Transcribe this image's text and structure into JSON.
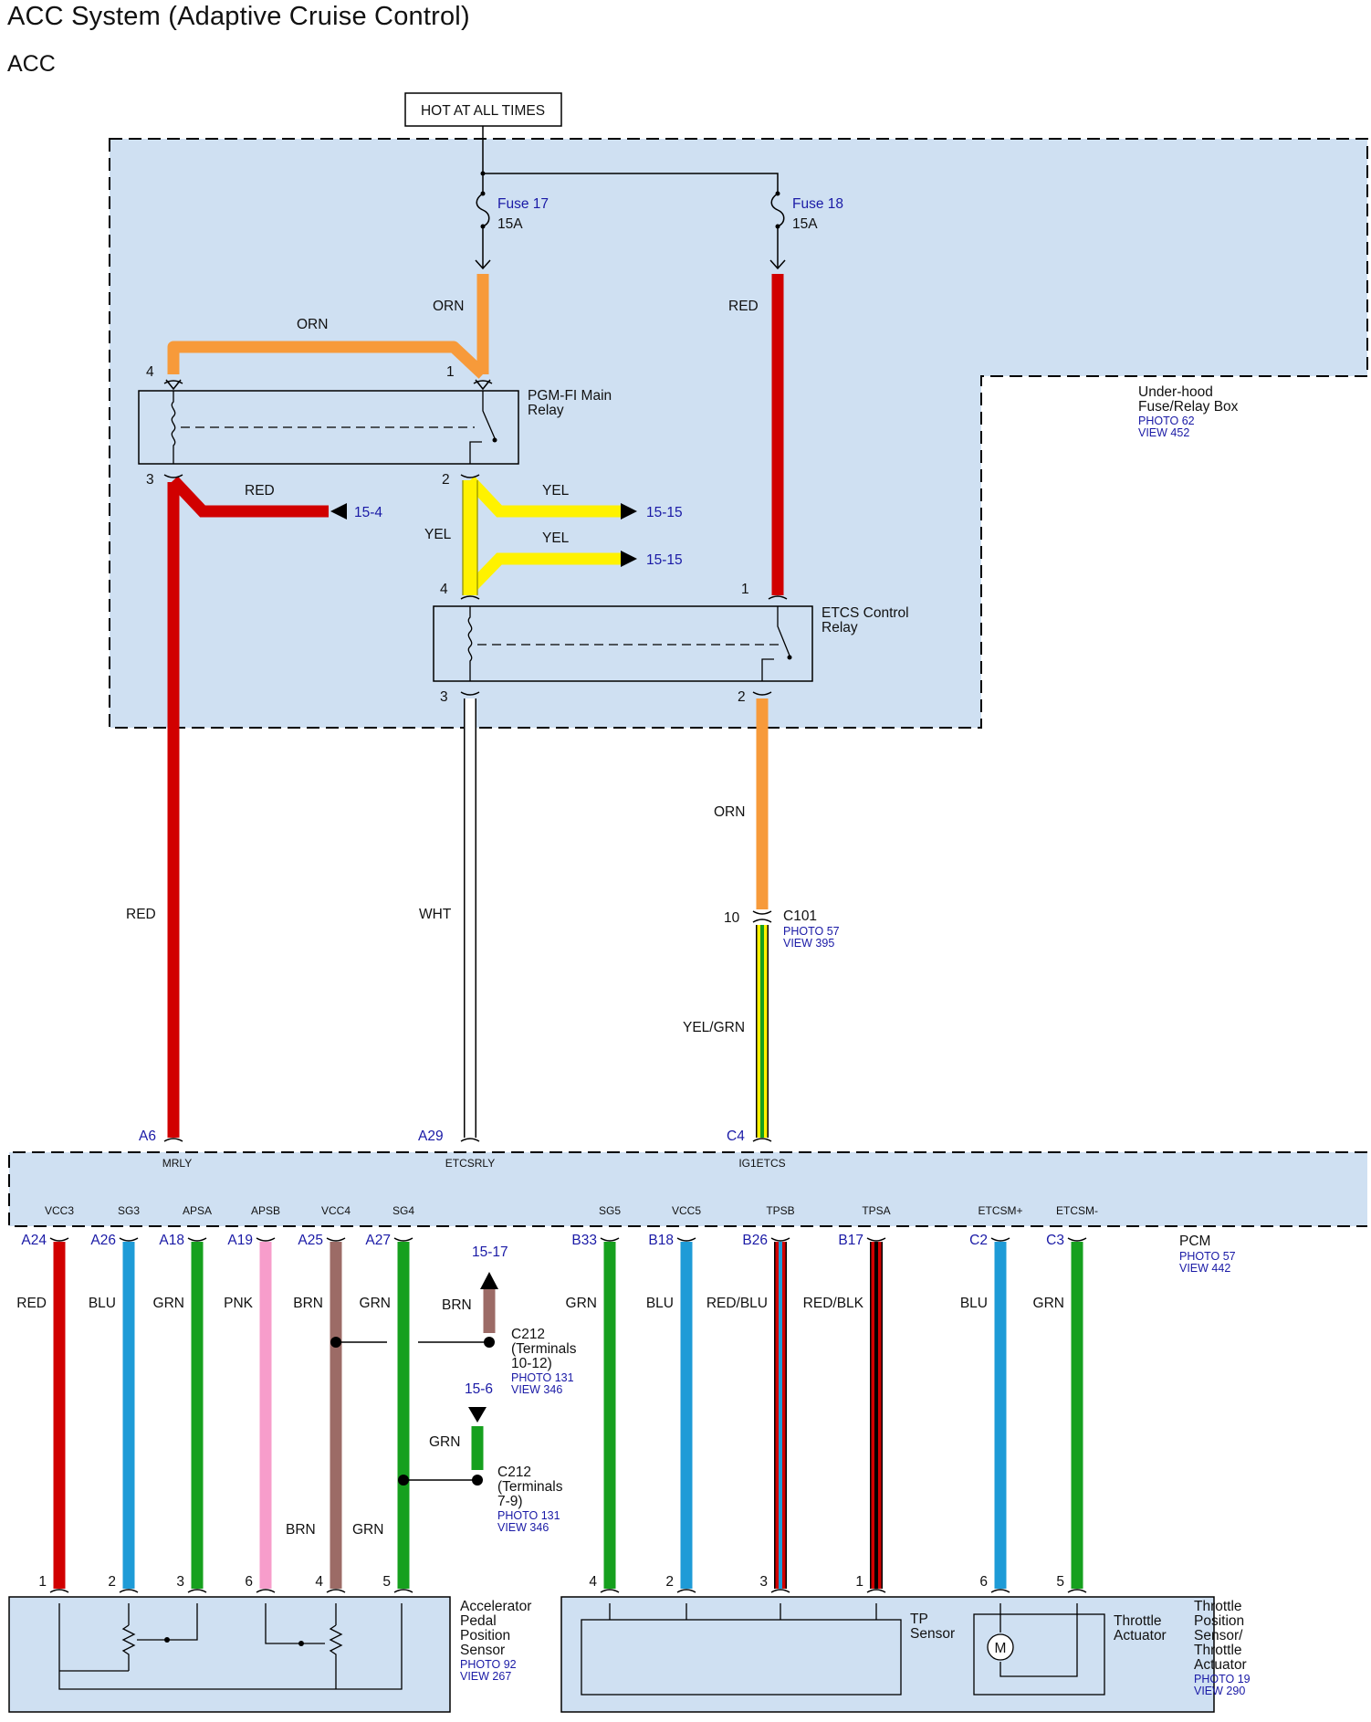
{
  "title": "ACC System (Adaptive Cruise Control)",
  "subtitle": "ACC",
  "colors": {
    "box_fill": "#cfe0f2",
    "RED": "#d10000",
    "ORN": "#f79a3a",
    "YEL": "#fff200",
    "WHT": "#ffffff",
    "BLU": "#1e9bd7",
    "GRN": "#16a01e",
    "PNK": "#f79dcb",
    "BRN": "#9c6b66",
    "link": "#1a1aa6"
  },
  "power_source": "HOT AT ALL TIMES",
  "fuses": [
    {
      "name": "Fuse 17",
      "rating": "15A"
    },
    {
      "name": "Fuse 18",
      "rating": "15A"
    }
  ],
  "fuse_box": {
    "name1": "Under-hood",
    "name2": "Fuse/Relay Box",
    "photo": "PHOTO 62",
    "view": "VIEW 452"
  },
  "pgm_relay": {
    "name1": "PGM-FI Main",
    "name2": "Relay",
    "pins": [
      "4",
      "1",
      "3",
      "2"
    ]
  },
  "etcs_relay": {
    "name1": "ETCS Control",
    "name2": "Relay",
    "pins": [
      "4",
      "1",
      "3",
      "2"
    ]
  },
  "wire_labels": {
    "orn_top": "ORN",
    "orn_fuse17": "ORN",
    "red_fuse18": "RED",
    "red_branch": "RED",
    "yel_main": "YEL",
    "yel_a": "YEL",
    "yel_b": "YEL",
    "red_main": "RED",
    "wht": "WHT",
    "orn_etcs": "ORN",
    "yelgrn": "YEL/GRN"
  },
  "refs": {
    "red_15_4": "15-4",
    "yel_15_15_a": "15-15",
    "yel_15_15_b": "15-15",
    "brn_15_17": "15-17",
    "grn_15_6": "15-6"
  },
  "c101": {
    "name": "C101",
    "pin": "10",
    "photo": "PHOTO 57",
    "view": "VIEW 395"
  },
  "pcm": {
    "name": "PCM",
    "photo": "PHOTO 57",
    "view": "VIEW 442",
    "top_pins": [
      {
        "pin": "A6",
        "signal": "MRLY"
      },
      {
        "pin": "A29",
        "signal": "ETCSRLY"
      },
      {
        "pin": "C4",
        "signal": "IG1ETCS"
      }
    ],
    "bottom_pins": [
      {
        "pin": "A24",
        "signal": "VCC3",
        "color": "RED",
        "sensor_pin": "1"
      },
      {
        "pin": "A26",
        "signal": "SG3",
        "color": "BLU",
        "sensor_pin": "2"
      },
      {
        "pin": "A18",
        "signal": "APSA",
        "color": "GRN",
        "sensor_pin": "3"
      },
      {
        "pin": "A19",
        "signal": "APSB",
        "color": "PNK",
        "sensor_pin": "6"
      },
      {
        "pin": "A25",
        "signal": "VCC4",
        "color": "BRN",
        "sensor_pin": "4"
      },
      {
        "pin": "A27",
        "signal": "SG4",
        "color": "GRN",
        "sensor_pin": "5"
      },
      {
        "pin": "B33",
        "signal": "SG5",
        "color": "GRN",
        "sensor_pin": "4"
      },
      {
        "pin": "B18",
        "signal": "VCC5",
        "color": "BLU",
        "sensor_pin": "2"
      },
      {
        "pin": "B26",
        "signal": "TPSB",
        "color": "RED/BLU",
        "sensor_pin": "3"
      },
      {
        "pin": "B17",
        "signal": "TPSA",
        "color": "RED/BLK",
        "sensor_pin": "1"
      },
      {
        "pin": "C2",
        "signal": "ETCSM+",
        "color": "BLU",
        "sensor_pin": "6"
      },
      {
        "pin": "C3",
        "signal": "ETCSM-",
        "color": "GRN",
        "sensor_pin": "5"
      }
    ]
  },
  "lower_labels": {
    "brn_lower": "BRN",
    "grn_lower": "GRN",
    "brn_ref": "BRN",
    "grn_ref": "GRN"
  },
  "c212_a": {
    "name": "C212",
    "line2": "(Terminals",
    "line3": "10-12)",
    "photo": "PHOTO 131",
    "view": "VIEW 346"
  },
  "c212_b": {
    "name": "C212",
    "line2": "(Terminals",
    "line3": "7-9)",
    "photo": "PHOTO 131",
    "view": "VIEW 346"
  },
  "app_sensor": {
    "name1": "Accelerator",
    "name2": "Pedal",
    "name3": "Position",
    "name4": "Sensor",
    "photo": "PHOTO 92",
    "view": "VIEW 267"
  },
  "tp_sensor": {
    "name1": "TP",
    "name2": "Sensor"
  },
  "throttle_actuator": {
    "name1": "Throttle",
    "name2": "Actuator",
    "motor": "M"
  },
  "throttle_assembly": {
    "name1": "Throttle",
    "name2": "Position",
    "name3": "Sensor/",
    "name4": "Throttle",
    "name5": "Actuator",
    "photo": "PHOTO 19",
    "view": "VIEW 290"
  }
}
